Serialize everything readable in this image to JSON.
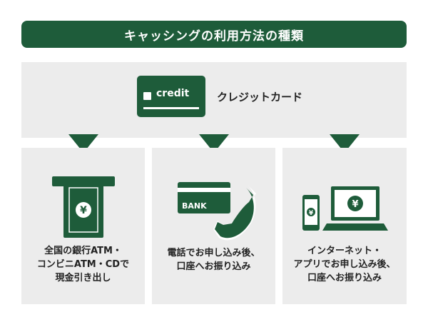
{
  "title": "キャッシングの利用方法の種類",
  "card": {
    "brand": "credit",
    "label": "クレジットカード"
  },
  "methods": [
    {
      "lines": [
        "全国の銀行ATM・",
        "コンビニATM・CDで",
        "現金引き出し"
      ],
      "icon": "atm-cash-icon"
    },
    {
      "lines": [
        "電話でお申し込み後、",
        "口座へお振り込み"
      ],
      "icon": "bank-card-phone-icon",
      "card_text": "BANK"
    },
    {
      "lines": [
        "インターネット・",
        "アプリでお申し込み後、",
        "口座へお振り込み"
      ],
      "icon": "phone-laptop-yen-icon"
    }
  ],
  "colors": {
    "accent": "#1e5c3a",
    "panel": "#ececec"
  }
}
